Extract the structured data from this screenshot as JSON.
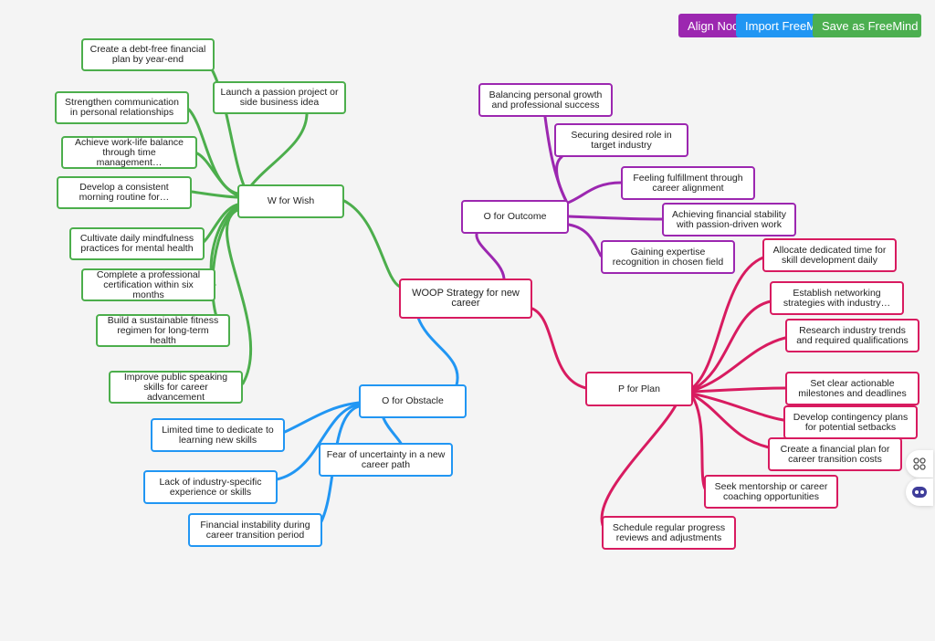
{
  "toolbar": {
    "align_label": "Align Nodes",
    "import_label": "Import FreeMind",
    "save_label": "Save as FreeMind",
    "colors": {
      "align": "#9c27b0",
      "import": "#2196f3",
      "save": "#4caf50"
    }
  },
  "side": {
    "grid_icon": "grid-icon",
    "bot_icon": "assistant-bot-icon"
  },
  "map": {
    "root": "WOOP Strategy for new\ncareer",
    "wish": {
      "label": "W for Wish",
      "items": [
        "Create a debt-free financial\nplan by year-end",
        "Launch a passion project or\nside business idea",
        "Strengthen communication\nin personal relationships",
        "Achieve work-life balance\nthrough time management…",
        "Develop a consistent\nmorning routine for…",
        "Cultivate daily mindfulness\npractices for mental health",
        "Complete a professional\ncertification within six months",
        "Build a sustainable fitness\nregimen for long-term health",
        "Improve public speaking\nskills for career advancement"
      ]
    },
    "outcome": {
      "label": "O for Outcome",
      "items": [
        "Balancing personal growth\nand professional success",
        "Securing desired role in\ntarget industry",
        "Feeling fulfillment through\ncareer alignment",
        "Achieving financial stability\nwith passion-driven work",
        "Gaining expertise\nrecognition in chosen field"
      ]
    },
    "obstacle": {
      "label": "O for Obstacle",
      "items": [
        "Limited time to dedicate to\nlearning new skills",
        "Fear of uncertainty in a new\ncareer path",
        "Lack of industry-specific\nexperience or skills",
        "Financial instability during\ncareer transition period"
      ]
    },
    "plan": {
      "label": "P for Plan",
      "items": [
        "Allocate dedicated time for\nskill development daily",
        "Establish networking\nstrategies with industry…",
        "Research industry trends\nand required qualifications",
        "Set clear actionable\nmilestones and deadlines",
        "Develop contingency plans\nfor potential setbacks",
        "Create a financial plan for\ncareer transition costs",
        "Seek mentorship or career\ncoaching opportunities",
        "Schedule regular progress\nreviews and adjustments"
      ]
    }
  }
}
